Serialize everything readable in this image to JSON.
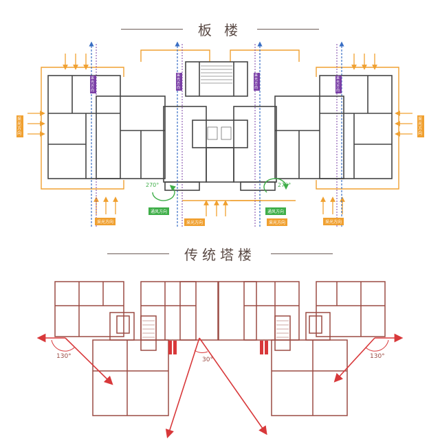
{
  "section1": {
    "title": "板 楼"
  },
  "section2": {
    "title": "传统塔楼"
  },
  "slab": {
    "angle_left": "270°",
    "angle_right": "270°",
    "label_vent_left": "采光方向",
    "label_vent_mid_left": "采光方向",
    "label_wind_left": "通风方向",
    "label_wind_right": "通风方向",
    "label_vent_mid_right": "采光方向",
    "label_vent_right": "采光方向",
    "side_left": "采光方向",
    "side_right": "采光方向",
    "vert_labels": [
      "采光方向",
      "采光方向",
      "采光方向",
      "采光方向"
    ],
    "colors": {
      "orange": "#f0a030",
      "blue": "#3a6fc4",
      "purple": "#7a3fa6",
      "green": "#3fae49",
      "wall": "#444444"
    }
  },
  "tower": {
    "angle_left": "130°",
    "angle_mid": "30°",
    "angle_right": "130°",
    "colors": {
      "red": "#d8383a",
      "wall": "#9a4a42"
    }
  }
}
